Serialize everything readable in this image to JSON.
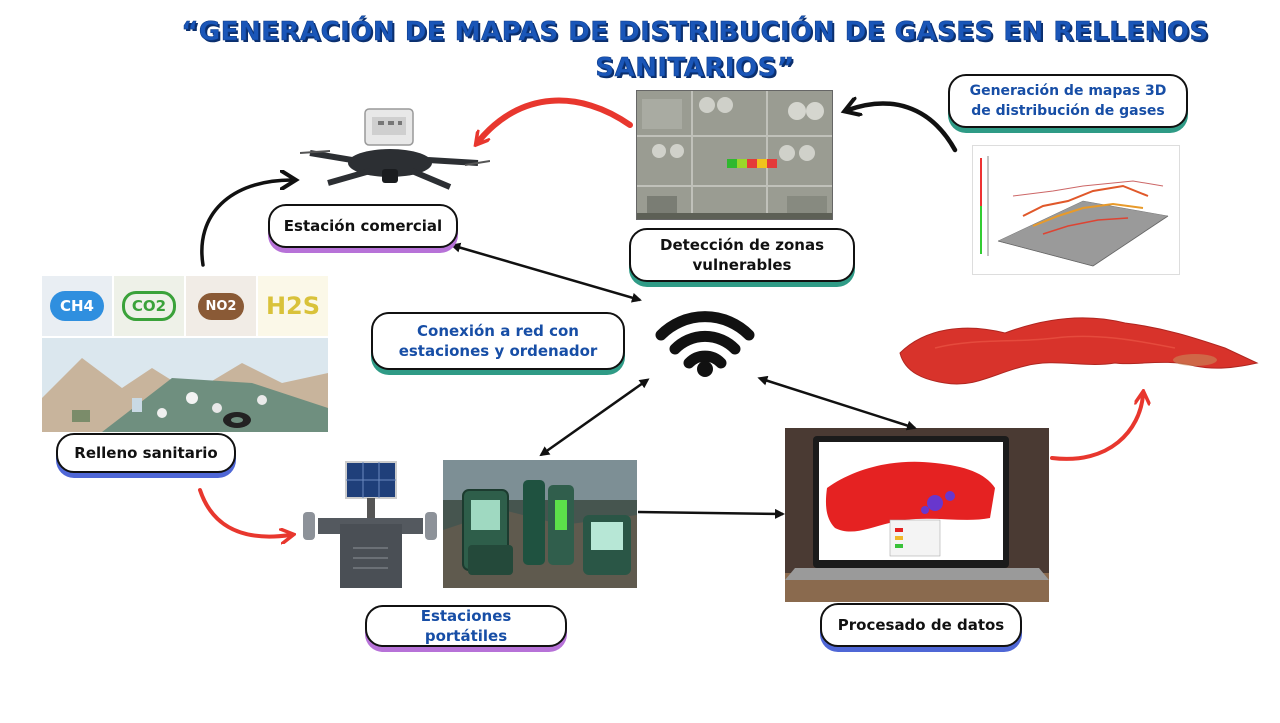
{
  "title": "“GENERACIÓN DE MAPAS DE DISTRIBUCIÓN DE GASES EN RELLENOS SANITARIOS”",
  "nodes": {
    "estacion_comercial": "Estación comercial",
    "deteccion_zonas": "Detección de zonas vulnerables",
    "generacion_mapas_3d": "Generación de mapas 3D de distribución de gases",
    "conexion_red": "Conexión a red con estaciones y ordenador",
    "relleno_sanitario": "Relleno sanitario",
    "estaciones_portatiles": "Estaciones portátiles",
    "procesado_datos": "Procesado de datos"
  },
  "gas_icons": {
    "ch4": "CH4",
    "co2": "CO2",
    "no2": "NO2",
    "h2s": "H2S"
  },
  "icons": [
    "drone-icon",
    "wifi-icon",
    "weather-station-icon",
    "laptop-icon"
  ],
  "colors": {
    "title_blue": "#1a56b8",
    "arrow_red": "#e8372e",
    "arrow_black": "#111111",
    "shadow_purple": "#b772d8",
    "shadow_teal": "#2f9b86",
    "shadow_blue": "#4f67d6"
  }
}
